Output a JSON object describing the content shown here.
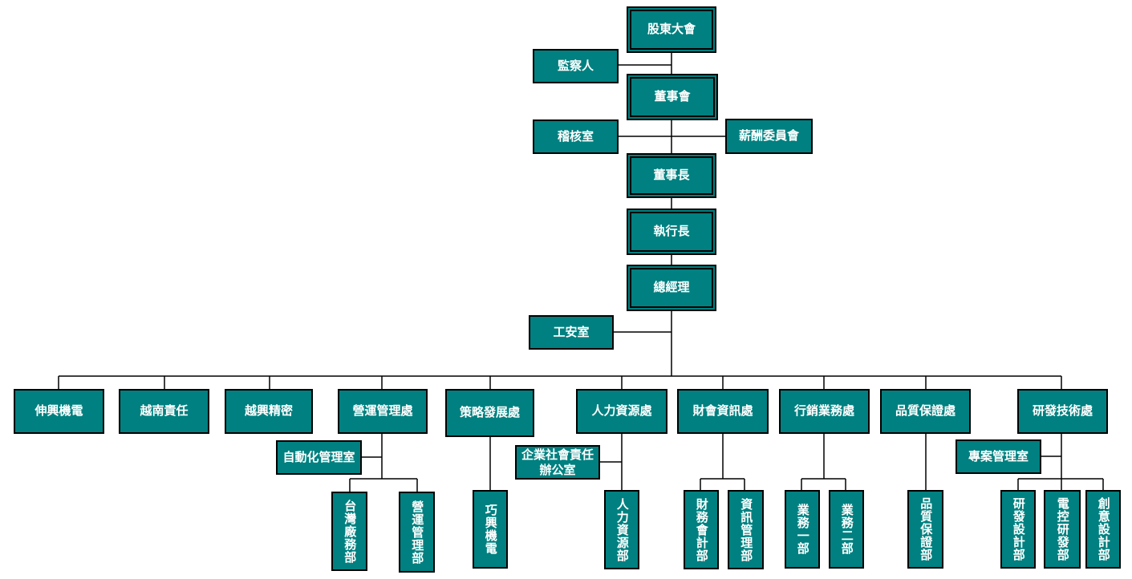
{
  "top": {
    "shareholders": "股東大會",
    "supervisor": "監察人",
    "board": "董事會",
    "audit": "稽核室",
    "compensation": "薪酬委員會",
    "chairman": "董事長",
    "ceo": "執行長",
    "gm": "總經理",
    "safety": "工安室"
  },
  "divisions": [
    "伸興機電",
    "越南責任",
    "越興精密",
    "營運管理處",
    "策略發展處",
    "人力資源處",
    "財會資訊處",
    "行銷業務處",
    "品質保證處",
    "研發技術處"
  ],
  "offices": {
    "automation": "自動化管理室",
    "csr_line1": "企業社會責任",
    "csr_line2": "辦公室",
    "project": "專案管理室"
  },
  "departments": {
    "taiwan_factory": "台灣廠務部",
    "ops_mgmt": "營運管理部",
    "qiaoxing": "巧興機電",
    "hr": "人力資源部",
    "finance": "財務會計部",
    "it": "資訊管理部",
    "sales1": "業務一部",
    "sales2": "業務二部",
    "qa": "品質保證部",
    "rd_design": "研發設計部",
    "electrical_rd": "電控研發部",
    "creative_design": "創意設計部"
  },
  "colors": {
    "box": "#008080",
    "line": "#000000",
    "text": "#ffffff"
  }
}
